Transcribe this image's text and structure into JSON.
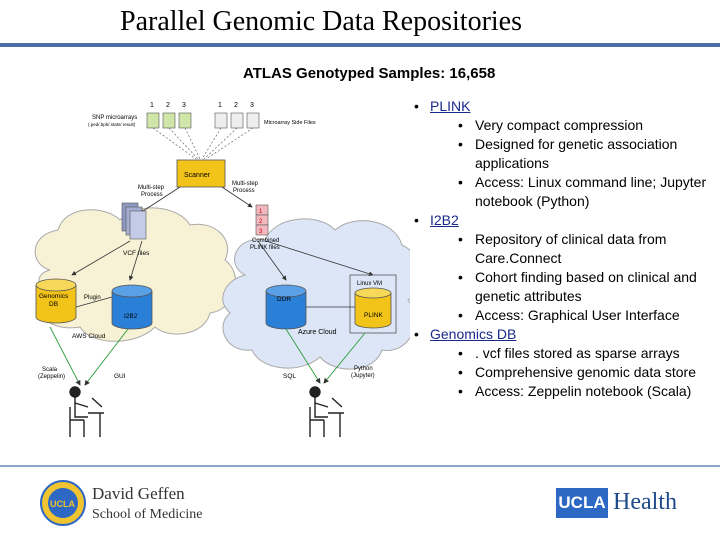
{
  "header": {
    "title": "Parallel Genomic Data Repositories",
    "subtitle": "ATLAS Genotyped Samples: 16,658"
  },
  "diagram": {
    "batch_nums_left": [
      "1",
      "2",
      "3"
    ],
    "batch_nums_right": [
      "1",
      "2",
      "3"
    ],
    "snp_label_1": "SNP microarrays",
    "snp_label_2": "(.ped/.bpb/.stats/.result)",
    "sidecar_label": "Microarray Side Files",
    "scanner": "Scanner",
    "multistep_left_1": "Multi-step",
    "multistep_left_2": "Process",
    "multistep_right_1": "Multi-step",
    "multistep_right_2": "Process",
    "plink_nums": [
      "1",
      "2",
      "3"
    ],
    "vcf_label": "VCF files",
    "combined_1": "Combined",
    "combined_2": "PLINK files",
    "genomics_db_1": "Genomics",
    "genomics_db_2": "DB",
    "plugin": "Plugin",
    "i2b2_db": "I2B2",
    "aws_cloud": "AWS Cloud",
    "ddr": "DDR",
    "linux_vm": "Linux VM",
    "plink_db": "PLINK",
    "azure_cloud": "Azure Cloud",
    "scala_1": "Scala",
    "scala_2": "(Zeppelin)",
    "gui": "GUI",
    "sql": "SQL",
    "python_1": "Python",
    "python_2": "(Jupyter)"
  },
  "bullets": [
    {
      "label": "PLINK",
      "items": [
        "Very compact compression",
        "Designed for genetic association applications",
        "Access: Linux command line; Jupyter notebook (Python)"
      ]
    },
    {
      "label": "I2B2",
      "items": [
        "Repository of clinical data from Care.Connect",
        "Cohort finding based on clinical and genetic attributes",
        "Access: Graphical User Interface"
      ]
    },
    {
      "label": "Genomics DB",
      "items": [
        ". vcf files stored as sparse arrays",
        "Comprehensive genomic data store",
        "Access: Zeppelin notebook (Scala)"
      ]
    }
  ],
  "footer": {
    "geffen_line1": "David Geffen",
    "geffen_line2": "School of Medicine",
    "seal_text": "UCLA",
    "ucla": "UCLA",
    "health": "Health"
  },
  "colors": {
    "title_rule": "#4a6fa5",
    "cylinder_yellow": "#f2c318",
    "cylinder_blue": "#2a7fd6",
    "scanner_yellow": "#f2c318",
    "aws_cloud_fill": "#f7f2d6",
    "azure_cloud_fill": "#dce6f7",
    "ucla_blue": "#2d68c4"
  }
}
